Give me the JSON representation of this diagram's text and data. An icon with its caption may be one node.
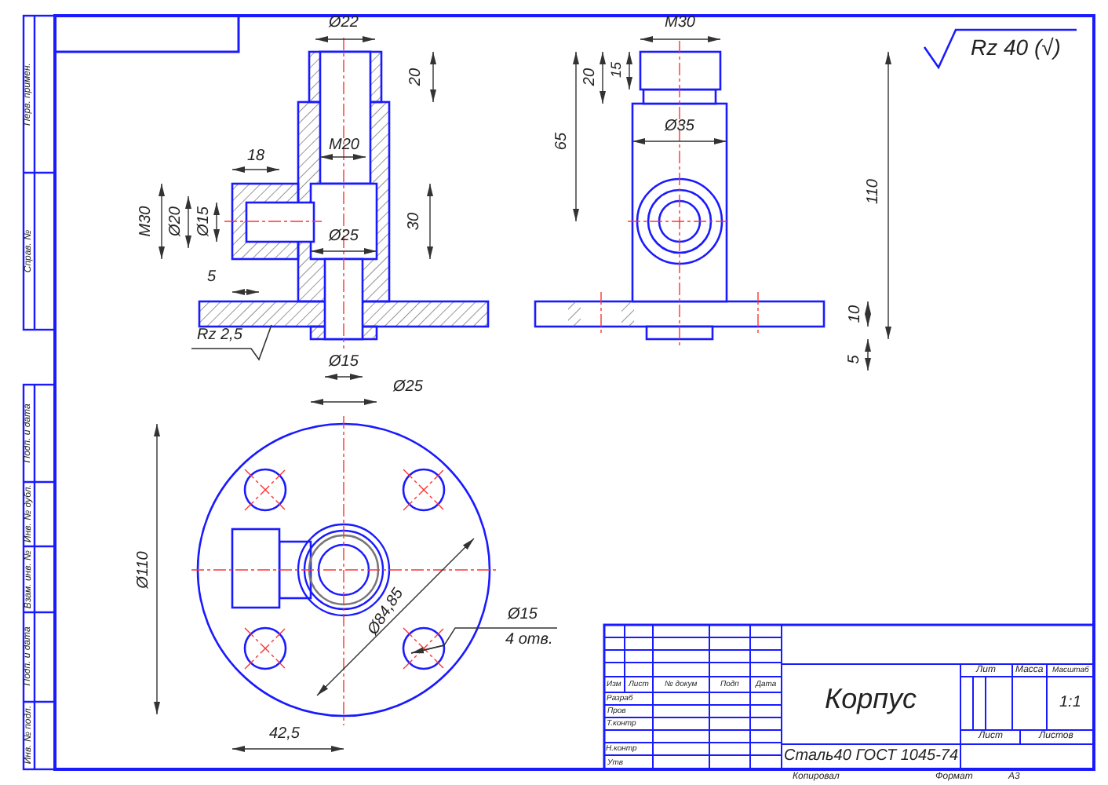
{
  "diagram": {
    "labels": [
      "Перв. примен.",
      "Справ. №",
      "Ø22",
      "20",
      "M30",
      "20",
      "15",
      "Rz 40 (√)",
      "M20",
      "65",
      "Ø35",
      "18",
      "M30",
      "Ø20",
      "Ø15",
      "30",
      "110",
      "Ø25",
      "5",
      "10",
      "Rz 2,5",
      "5",
      "Ø15",
      "Ø25",
      "Подп. и дата",
      "Инв. № дубл.",
      "Взам. инв. №",
      "Ø110",
      "Ø84,85",
      "Ø15",
      "4 отв.",
      "Подп. и дата",
      "42,5",
      "Инв. № подл.",
      "Лит",
      "Масса",
      "Масштаб",
      "Изм",
      "Лист",
      "№ докум",
      "Подп",
      "Дата",
      "Разраб",
      "Корпус",
      "1:1",
      "Пров",
      "Т.контр",
      "Лист",
      "Листов",
      "Н.контр",
      "Сталь40 ГОСТ 1045-74",
      "Утв",
      "Копировал",
      "Формат",
      "А3"
    ]
  }
}
